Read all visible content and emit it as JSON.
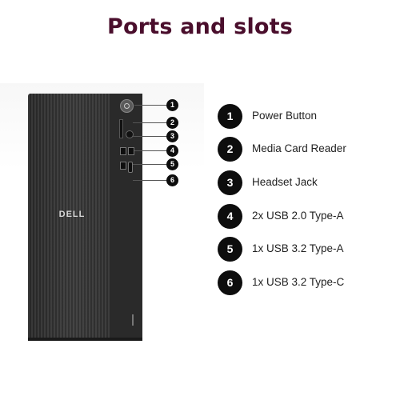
{
  "title": "Ports and slots",
  "logo_text": "DELL",
  "legend": [
    {
      "num": "1",
      "label": "Power Button"
    },
    {
      "num": "2",
      "label": "Media Card Reader"
    },
    {
      "num": "3",
      "label": "Headset Jack"
    },
    {
      "num": "4",
      "label": "2x USB 2.0 Type-A"
    },
    {
      "num": "5",
      "label": "1x USB 3.2 Type-A"
    },
    {
      "num": "6",
      "label": "1x USB 3.2 Type-C"
    }
  ]
}
